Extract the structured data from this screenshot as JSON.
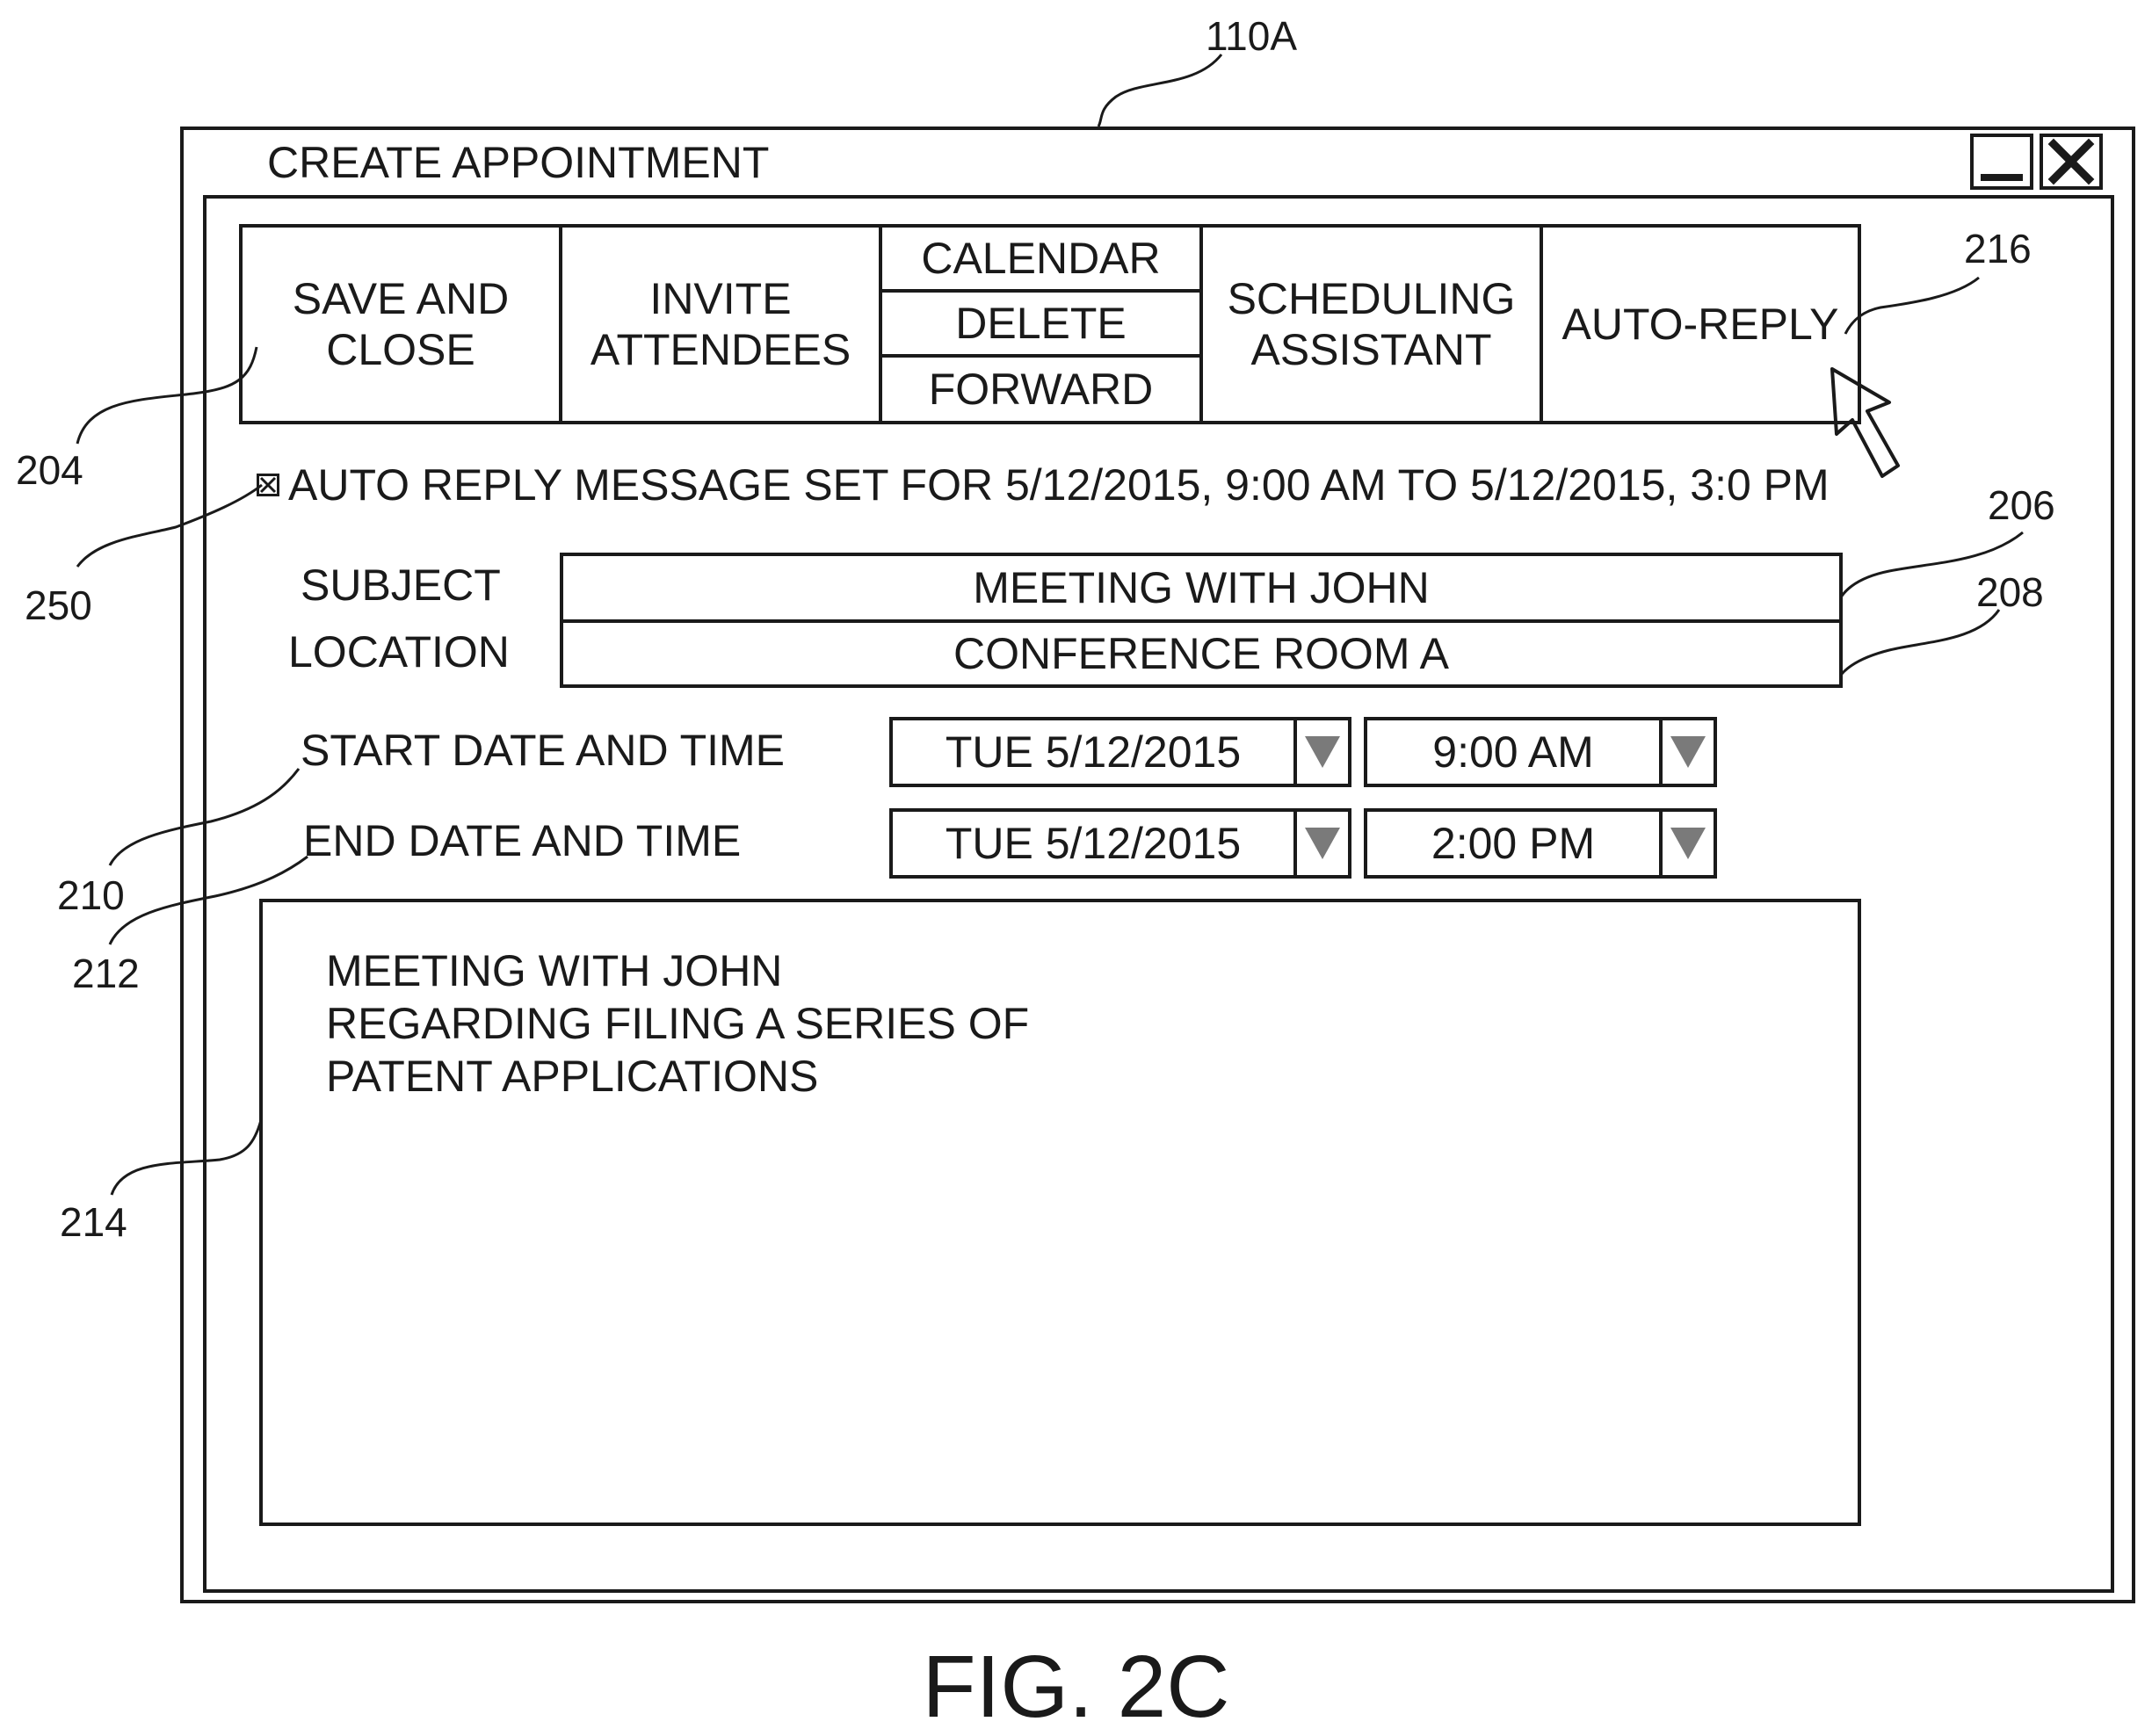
{
  "figure": {
    "caption": "FIG. 2C",
    "reference_numerals": {
      "window": "110A",
      "save_and_close": "204",
      "subject": "206",
      "location": "208",
      "start": "210",
      "end": "212",
      "body": "214",
      "auto_reply": "216",
      "notice": "250"
    }
  },
  "window": {
    "title": "CREATE APPOINTMENT",
    "minimize_icon": "minimize-icon",
    "close_icon": "close-x-icon"
  },
  "toolbar": {
    "save_and_close": "SAVE AND\nCLOSE",
    "invite_attendees": "INVITE\nATTENDEES",
    "calendar": "CALENDAR",
    "delete": "DELETE",
    "forward": "FORWARD",
    "scheduling_assistant": "SCHEDULING\nASSISTANT",
    "auto_reply": "AUTO-REPLY"
  },
  "notice": {
    "text": "AUTO REPLY MESSAGE SET FOR 5/12/2015, 9:00 AM TO 5/12/2015, 3:0 PM",
    "checkbox_icon": "checked-box-icon"
  },
  "form": {
    "subject_label": "SUBJECT",
    "subject_value": "MEETING WITH JOHN",
    "location_label": "LOCATION",
    "location_value": "CONFERENCE ROOM A",
    "start_label": "START DATE AND TIME",
    "start_date": "TUE 5/12/2015",
    "start_time": "9:00 AM",
    "end_label": "END DATE AND TIME",
    "end_date": "TUE 5/12/2015",
    "end_time": "2:00 PM"
  },
  "body": {
    "lines": [
      "MEETING WITH JOHN",
      "REGARDING FILING A SERIES OF",
      "PATENT APPLICATIONS"
    ]
  },
  "colors": {
    "line": "#1a1a1a",
    "dropdown_arrow": "#7a7a7a",
    "background": "#ffffff"
  }
}
